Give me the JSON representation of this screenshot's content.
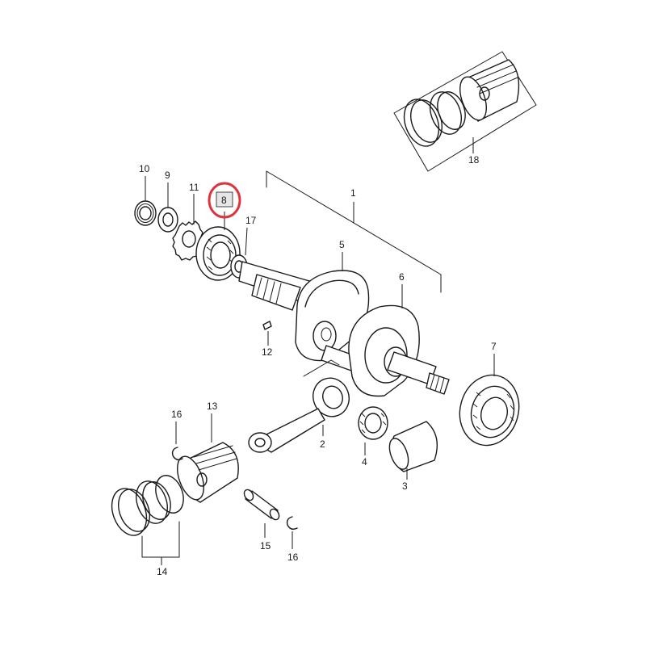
{
  "colors": {
    "ink": "#1a1a1a",
    "highlight_ring": "#e0323c",
    "highlight_fill": "#e6e6e6",
    "background": "#ffffff"
  },
  "callouts": {
    "c1": "1",
    "c2": "2",
    "c3": "3",
    "c4": "4",
    "c5": "5",
    "c6": "6",
    "c7": "7",
    "c8": "8",
    "c9": "9",
    "c10": "10",
    "c11": "11",
    "c12": "12",
    "c13": "13",
    "c14": "14",
    "c15": "15",
    "c16a": "16",
    "c16b": "16",
    "c17": "17",
    "c18": "18"
  },
  "highlighted_part": "8"
}
